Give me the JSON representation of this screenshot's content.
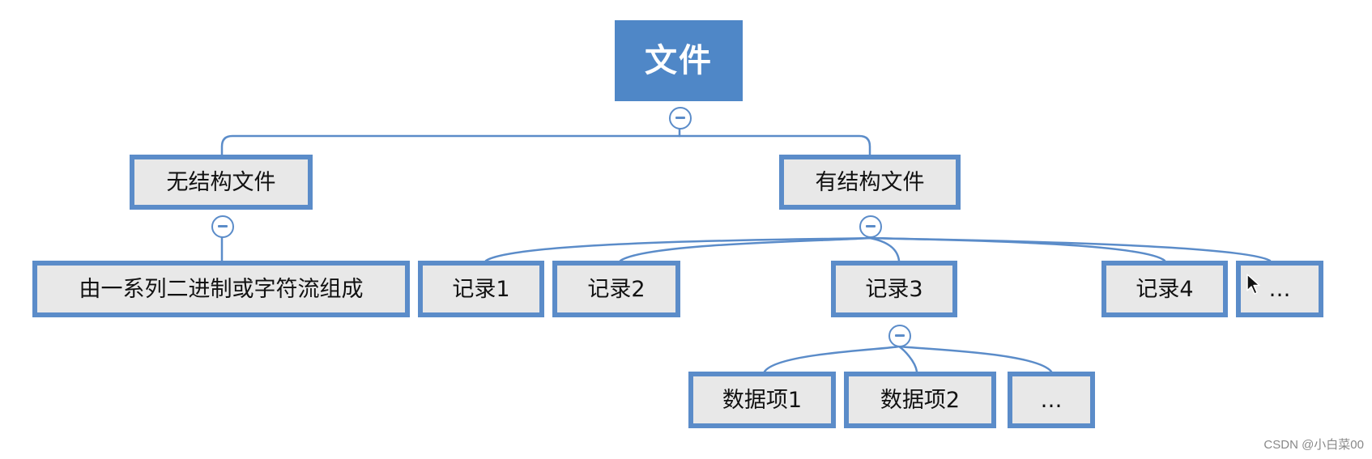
{
  "diagram": {
    "root": "文件",
    "unstructured": {
      "label": "无结构文件",
      "child": "由一系列二进制或字符流组成"
    },
    "structured": {
      "label": "有结构文件",
      "records": [
        "记录1",
        "记录2",
        "记录3",
        "记录4",
        "…"
      ],
      "record3_items": [
        "数据项1",
        "数据项2",
        "…"
      ]
    }
  },
  "icons": {
    "collapse": "collapse-minus-icon",
    "cursor": "mouse-pointer-icon"
  },
  "colors": {
    "root_fill": "#4f87c7",
    "node_border": "#5b8cc9",
    "node_fill": "#e8e8e8",
    "connector": "#5b8cc9"
  },
  "watermark": "CSDN @小白菜00"
}
